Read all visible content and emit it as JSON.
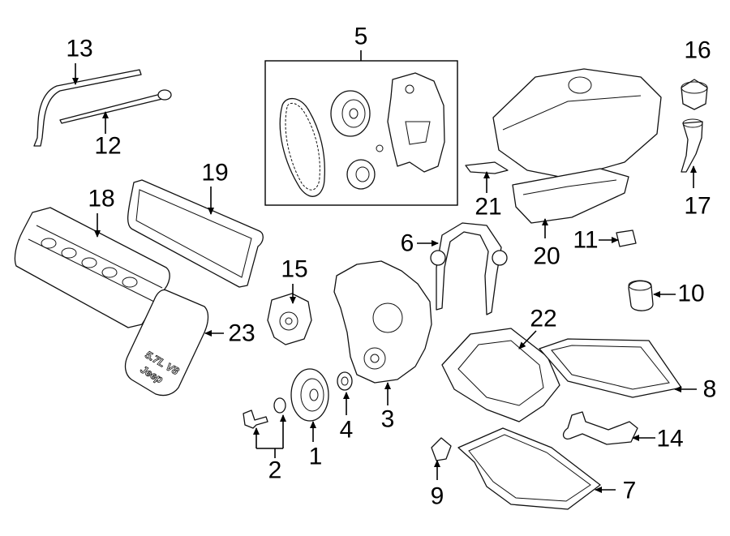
{
  "diagram": {
    "kit_box_label": "5",
    "parts": [
      {
        "id": "p1",
        "label": "1"
      },
      {
        "id": "p2",
        "label": "2"
      },
      {
        "id": "p3",
        "label": "3"
      },
      {
        "id": "p4",
        "label": "4"
      },
      {
        "id": "p6",
        "label": "6"
      },
      {
        "id": "p7",
        "label": "7"
      },
      {
        "id": "p8",
        "label": "8"
      },
      {
        "id": "p9",
        "label": "9"
      },
      {
        "id": "p10",
        "label": "10"
      },
      {
        "id": "p11",
        "label": "11"
      },
      {
        "id": "p12",
        "label": "12"
      },
      {
        "id": "p13",
        "label": "13"
      },
      {
        "id": "p14",
        "label": "14"
      },
      {
        "id": "p15",
        "label": "15"
      },
      {
        "id": "p16",
        "label": "16"
      },
      {
        "id": "p17",
        "label": "17"
      },
      {
        "id": "p18",
        "label": "18"
      },
      {
        "id": "p19",
        "label": "19"
      },
      {
        "id": "p20",
        "label": "20"
      },
      {
        "id": "p21",
        "label": "21"
      },
      {
        "id": "p22",
        "label": "22"
      },
      {
        "id": "p23",
        "label": "23"
      }
    ],
    "cover_emboss": {
      "engine_size": "5.7L V8",
      "brand": "Jeep"
    },
    "line_color": "#000000",
    "background_color": "#ffffff"
  }
}
